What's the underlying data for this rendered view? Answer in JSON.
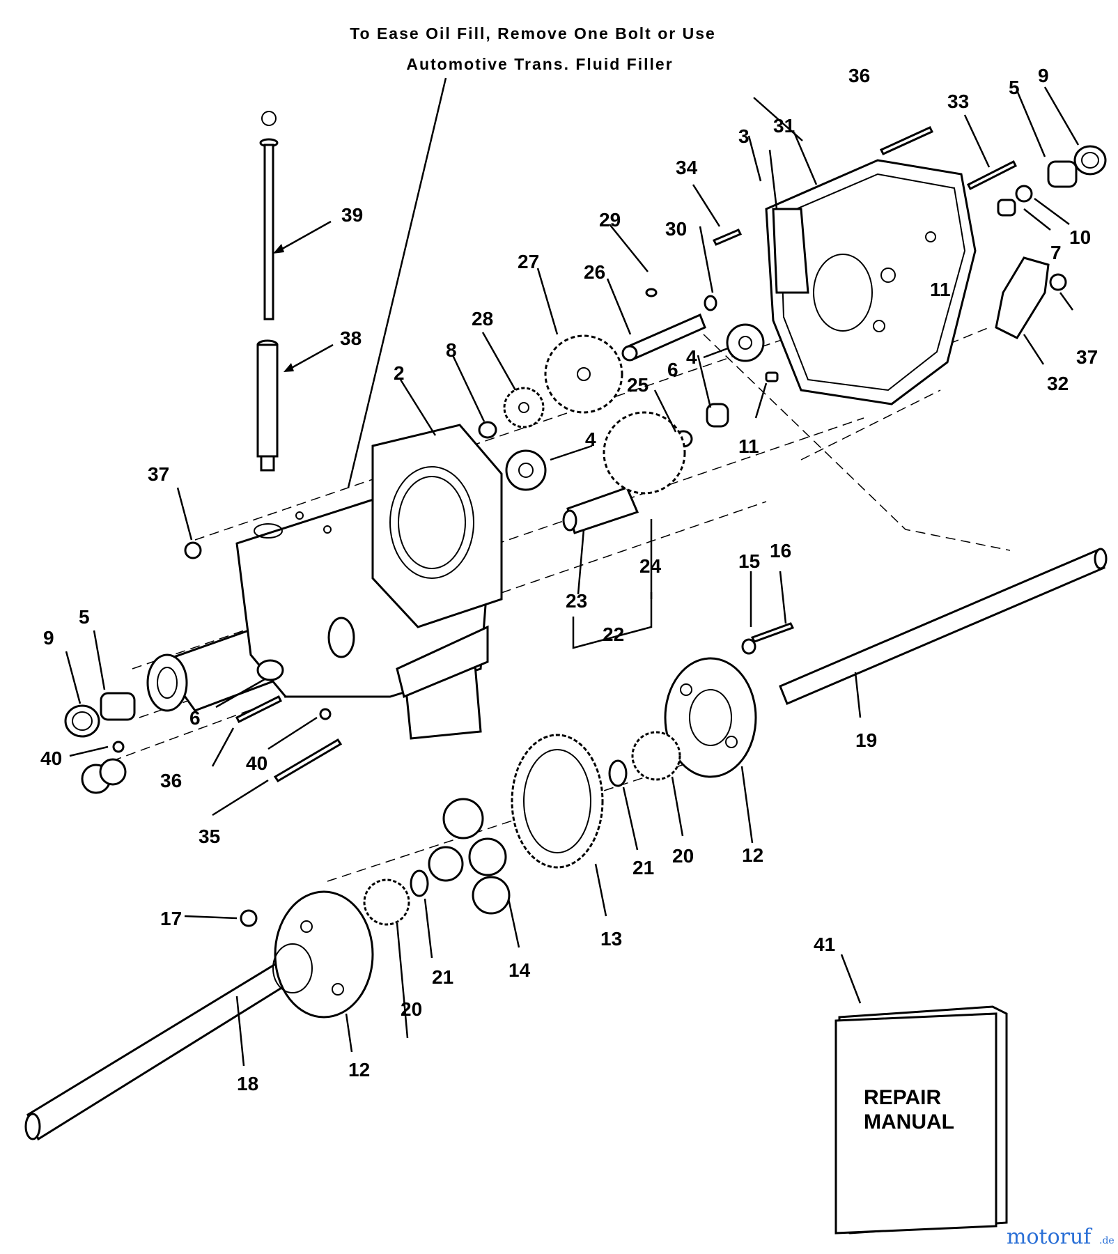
{
  "note": {
    "line1": "To Ease Oil Fill, Remove One Bolt or Use",
    "line2": "Automotive Trans. Fluid Filler"
  },
  "callouts": {
    "c2": "2",
    "c3": "3",
    "c4a": "4",
    "c4b": "4",
    "c5a": "5",
    "c5b": "5",
    "c6a": "6",
    "c6b": "6",
    "c7": "7",
    "c8": "8",
    "c9a": "9",
    "c9b": "9",
    "c10": "10",
    "c11a": "11",
    "c11b": "11",
    "c12a": "12",
    "c12b": "12",
    "c13": "13",
    "c14": "14",
    "c15": "15",
    "c16": "16",
    "c17": "17",
    "c18": "18",
    "c19": "19",
    "c20a": "20",
    "c20b": "20",
    "c21a": "21",
    "c21b": "21",
    "c22": "22",
    "c23": "23",
    "c24": "24",
    "c25": "25",
    "c26": "26",
    "c27": "27",
    "c28": "28",
    "c29": "29",
    "c30": "30",
    "c31": "31",
    "c32": "32",
    "c33": "33",
    "c34": "34",
    "c35": "35",
    "c36a": "36",
    "c36b": "36",
    "c37a": "37",
    "c37b": "37",
    "c38": "38",
    "c39": "39",
    "c40a": "40",
    "c40b": "40",
    "c41": "41"
  },
  "manual": {
    "line1": "REPAIR",
    "line2": "MANUAL"
  },
  "watermark": {
    "name": "motoruf",
    "suffix": ".de"
  }
}
